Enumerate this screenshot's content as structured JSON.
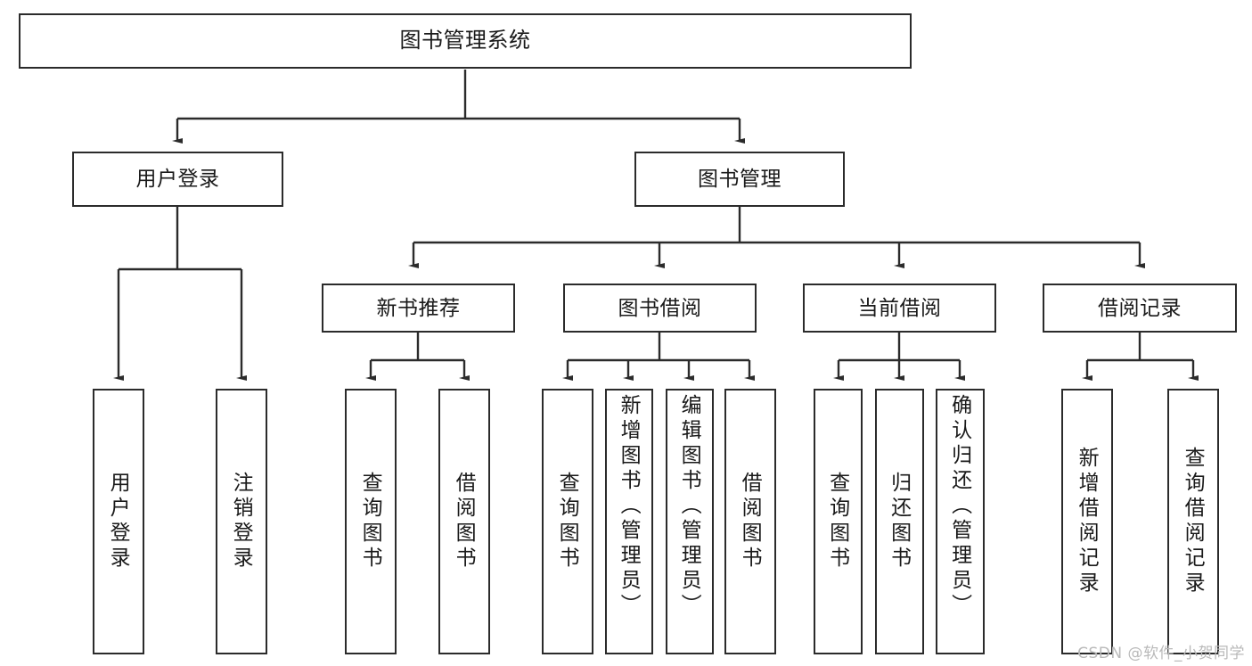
{
  "diagram": {
    "title": "图书管理系统",
    "type": "tree-hierarchy",
    "watermark": "CSDN @软件_小贺同学",
    "colors": {
      "background": "#ffffff",
      "box_border": "#2b2b2b",
      "box_fill": "#ffffff",
      "text": "#1a1a1a",
      "connector": "#2b2b2b",
      "watermark": "#b9b9b9"
    }
  },
  "nodes": {
    "root": {
      "label": "图书管理系统"
    },
    "level2": [
      {
        "label": "用户登录"
      },
      {
        "label": "图书管理"
      }
    ],
    "level3": [
      {
        "label": "新书推荐"
      },
      {
        "label": "图书借阅"
      },
      {
        "label": "当前借阅"
      },
      {
        "label": "借阅记录"
      }
    ],
    "leaves": {
      "user_login": [
        {
          "label": "用户登录"
        },
        {
          "label": "注销登录"
        }
      ],
      "new_book_recommend": [
        {
          "label": "查询图书"
        },
        {
          "label": "借阅图书"
        }
      ],
      "book_borrow": [
        {
          "label": "查询图书"
        },
        {
          "label": "新增图书（管理员）"
        },
        {
          "label": "编辑图书（管理员）"
        },
        {
          "label": "借阅图书"
        }
      ],
      "current_borrow": [
        {
          "label": "查询图书"
        },
        {
          "label": "归还图书"
        },
        {
          "label": "确认归还（管理员）"
        }
      ],
      "borrow_record": [
        {
          "label": "新增借阅记录"
        },
        {
          "label": "查询借阅记录"
        }
      ]
    }
  }
}
